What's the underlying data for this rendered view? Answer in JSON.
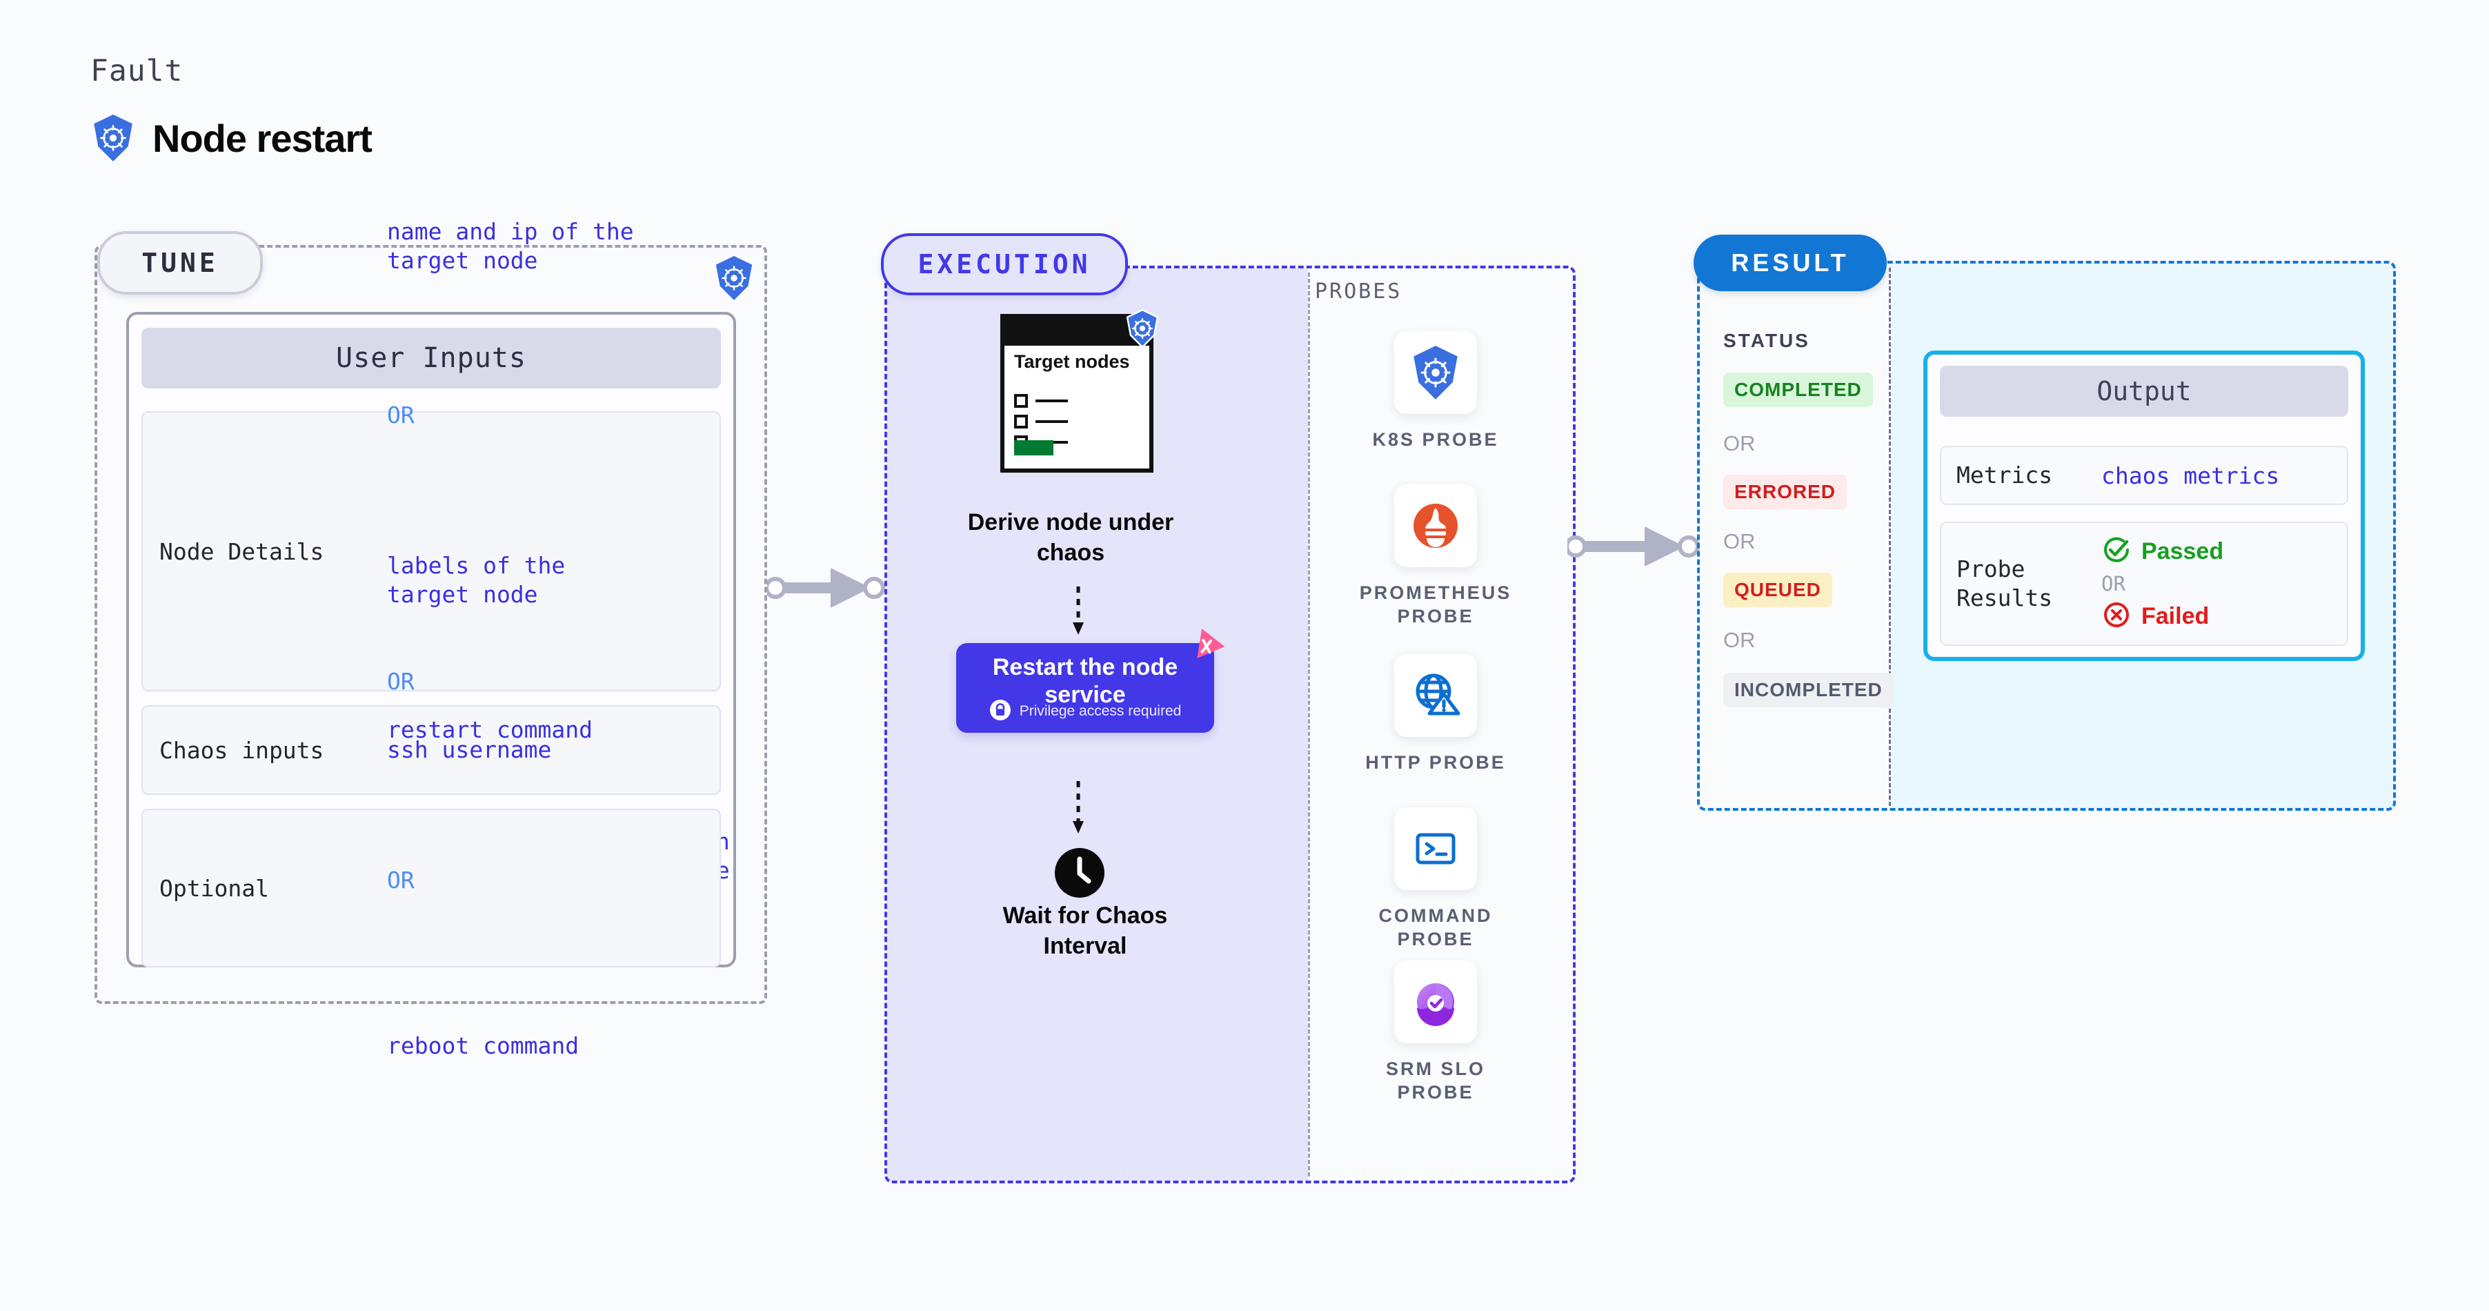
{
  "header": {
    "eyebrow": "Fault",
    "title": "Node restart",
    "icon": "kubernetes-icon"
  },
  "tune": {
    "pill_label": "TUNE",
    "badge_icon": "kubernetes-icon",
    "card_title": "User Inputs",
    "rows": [
      {
        "label": "Node Details",
        "values": [
          "name and ip of the\ntarget node",
          "OR",
          "labels of the\ntarget node",
          "OR",
          "labels of the application\n scheduled on target node"
        ]
      },
      {
        "label": "Chaos inputs",
        "values": [
          "ssh username"
        ]
      },
      {
        "label": "Optional",
        "values": [
          "restart command",
          "OR",
          "reboot command"
        ]
      }
    ]
  },
  "execution": {
    "pill_label": "EXECUTION",
    "document": {
      "title": "Target\nnodes",
      "badge_icon": "kubernetes-icon",
      "checkbox_rows": 3,
      "progress_color": "#017a32"
    },
    "step1_label": "Derive node under\nchaos",
    "action": {
      "title": "Restart the node\nservice",
      "subtitle": "Privilege access required",
      "lock_icon": "lock-icon",
      "ribbon_icon": "rocket-ribbon-icon",
      "color": "#4338e8",
      "ribbon_color": "#ff5c93"
    },
    "wait": {
      "icon": "clock-icon",
      "label": "Wait for Chaos\nInterval"
    },
    "probes_label": "PROBES",
    "probes": [
      {
        "name": "K8S PROBE",
        "icon": "kubernetes-icon"
      },
      {
        "name": "PROMETHEUS\nPROBE",
        "icon": "prometheus-icon"
      },
      {
        "name": "HTTP PROBE",
        "icon": "globe-warning-icon"
      },
      {
        "name": "COMMAND\nPROBE",
        "icon": "terminal-icon"
      },
      {
        "name": "SRM SLO\nPROBE",
        "icon": "srm-slo-icon"
      }
    ]
  },
  "result": {
    "pill_label": "RESULT",
    "status_label": "STATUS",
    "or_label": "OR",
    "statuses": [
      {
        "label": "COMPLETED",
        "bg": "#d9f6dc",
        "fg": "#16831f"
      },
      {
        "label": "ERRORED",
        "bg": "#fdeaea",
        "fg": "#d01e1e"
      },
      {
        "label": "QUEUED",
        "bg": "#fdefc4",
        "fg": "#cf1f1f"
      },
      {
        "label": "INCOMPLETED",
        "bg": "#eef0f4",
        "fg": "#545b6e"
      }
    ],
    "output": {
      "title": "Output",
      "metrics_label": "Metrics",
      "metrics_value": "chaos metrics",
      "probe_results_label": "Probe\nResults",
      "passed_label": "Passed",
      "failed_label": "Failed",
      "or_label": "OR",
      "passed_icon": "check-circle-icon",
      "failed_icon": "x-circle-icon",
      "border_color": "#18b0e8"
    }
  },
  "connectors": [
    {
      "name": "tune-to-execution"
    },
    {
      "name": "execution-to-result"
    }
  ]
}
